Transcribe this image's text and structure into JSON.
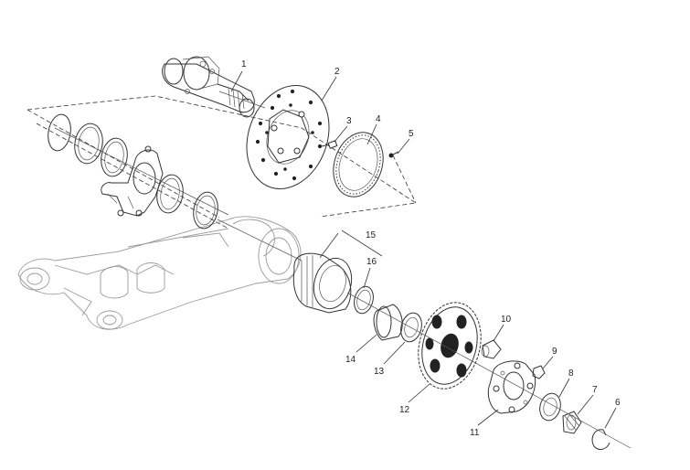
{
  "diagram": {
    "part_numbers": [
      "1",
      "2",
      "3",
      "4",
      "5",
      "6",
      "7",
      "8",
      "9",
      "10",
      "11",
      "12",
      "13",
      "14",
      "15",
      "16"
    ]
  }
}
